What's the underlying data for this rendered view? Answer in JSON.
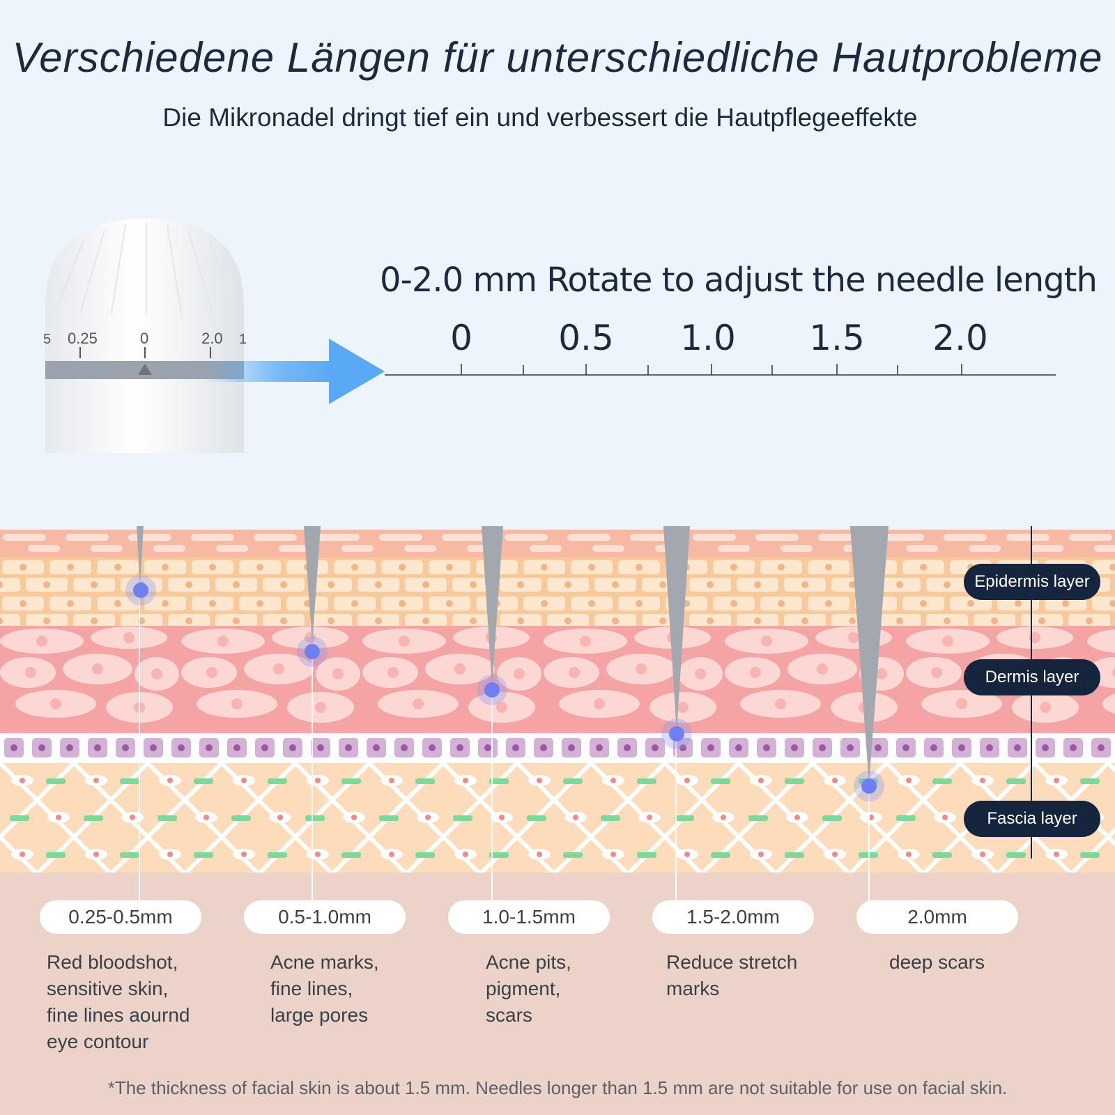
{
  "title": "Verschiedene Längen für unterschiedliche Hautprobleme",
  "subtitle": "Die Mikronadel dringt tief ein und verbessert die Hautpflegeeffekte",
  "scale": {
    "heading": "0-2.0 mm Rotate to adjust the needle length",
    "ticks": [
      "0",
      "0.5",
      "1.0",
      "1.5",
      "2.0"
    ]
  },
  "dial": {
    "labels": [
      "5",
      "0.25",
      "0",
      "2.0",
      "1"
    ]
  },
  "layers": [
    "Epidermis layer",
    "Dermis layer",
    "Fascia layer"
  ],
  "needles": [
    {
      "range": "0.25-0.5mm",
      "description": "Red bloodshot,\nsensitive skin,\nfine lines aournd\neye contour"
    },
    {
      "range": "0.5-1.0mm",
      "description": "Acne marks,\nfine lines,\nlarge pores"
    },
    {
      "range": "1.0-1.5mm",
      "description": "Acne pits,\npigment,\nscars"
    },
    {
      "range": "1.5-2.0mm",
      "description": "Reduce stretch\nmarks"
    },
    {
      "range": "2.0mm",
      "description": "deep scars"
    }
  ],
  "footnote": "*The thickness of facial skin is about 1.5 mm. Needles longer than 1.5 mm are not suitable for use on facial skin.",
  "colors": {
    "accent_blue": "#5aa9f5",
    "navy": "#14253d",
    "epidermis": "#fbd9a9",
    "dermis": "#f7a8a8",
    "fascia": "#fde0c4",
    "bottom_panel": "#ecd3c9"
  }
}
